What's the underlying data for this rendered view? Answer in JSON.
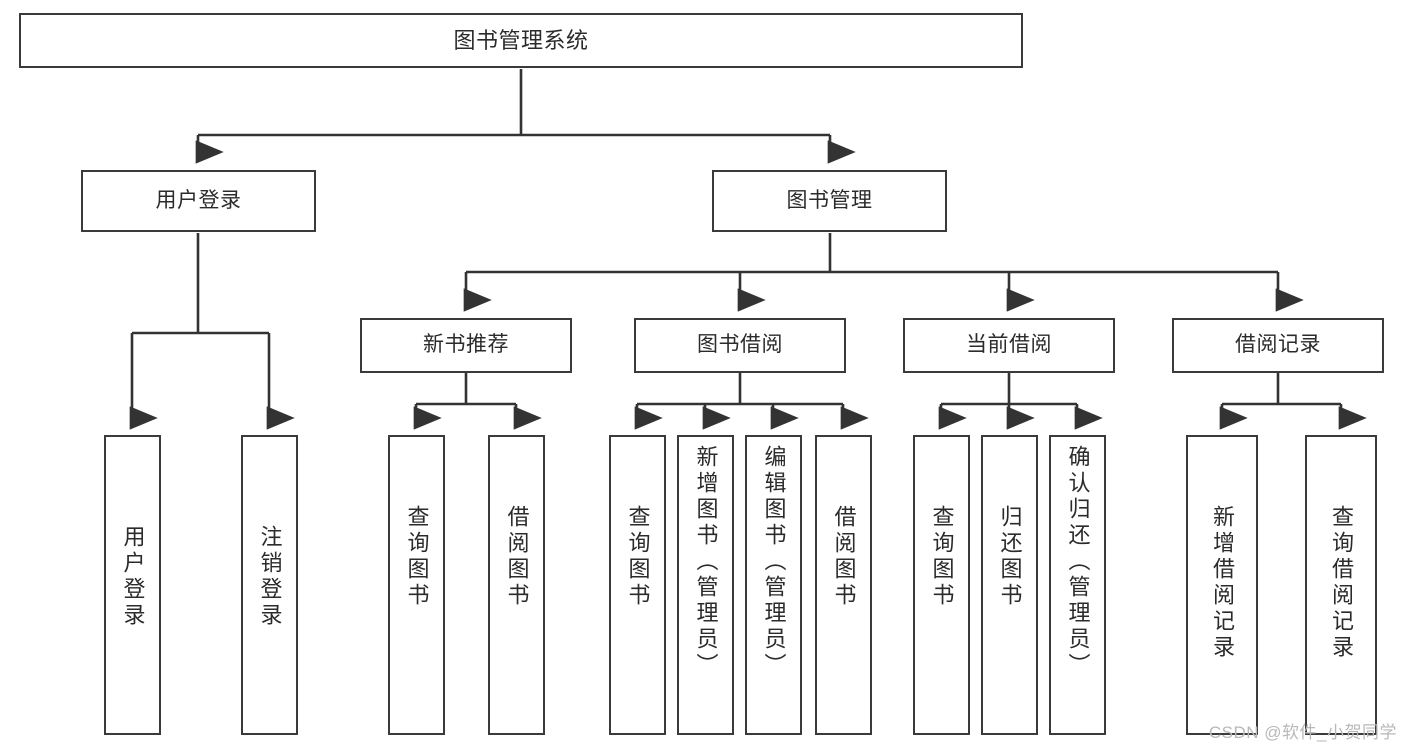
{
  "diagram": {
    "type": "tree-hierarchy",
    "title": "图书管理系统",
    "watermark": "CSDN @软件_小贺同学",
    "colors": {
      "background": "#ffffff",
      "box_border": "#3a3a3a",
      "box_fill": "#ffffff",
      "text": "#2b2b2b",
      "connector": "#333333",
      "watermark": "#b8b8b8"
    },
    "levels": [
      {
        "level": 1,
        "nodes": [
          {
            "id": "root",
            "label": "图书管理系统",
            "orientation": "horizontal"
          }
        ]
      },
      {
        "level": 2,
        "nodes": [
          {
            "id": "user-login",
            "label": "用户登录",
            "orientation": "horizontal",
            "parent": "root"
          },
          {
            "id": "book-manage",
            "label": "图书管理",
            "orientation": "horizontal",
            "parent": "root"
          }
        ]
      },
      {
        "level": 3,
        "nodes": [
          {
            "id": "new-book-rec",
            "label": "新书推荐",
            "orientation": "horizontal",
            "parent": "book-manage"
          },
          {
            "id": "book-borrow",
            "label": "图书借阅",
            "orientation": "horizontal",
            "parent": "book-manage"
          },
          {
            "id": "current-borrow",
            "label": "当前借阅",
            "orientation": "horizontal",
            "parent": "book-manage"
          },
          {
            "id": "borrow-record",
            "label": "借阅记录",
            "orientation": "horizontal",
            "parent": "book-manage"
          }
        ]
      },
      {
        "level": 4,
        "nodes": [
          {
            "id": "leaf-user-login",
            "label": "用户登录",
            "orientation": "vertical",
            "parent": "user-login"
          },
          {
            "id": "leaf-logout",
            "label": "注销登录",
            "orientation": "vertical",
            "parent": "user-login"
          },
          {
            "id": "leaf-query-book-1",
            "label": "查询图书",
            "orientation": "vertical",
            "parent": "new-book-rec"
          },
          {
            "id": "leaf-borrow-book-1",
            "label": "借阅图书",
            "orientation": "vertical",
            "parent": "new-book-rec"
          },
          {
            "id": "leaf-query-book-2",
            "label": "查询图书",
            "orientation": "vertical",
            "parent": "book-borrow"
          },
          {
            "id": "leaf-add-book",
            "label": "新增图书（管理员）",
            "orientation": "vertical",
            "parent": "book-borrow"
          },
          {
            "id": "leaf-edit-book",
            "label": "编辑图书（管理员）",
            "orientation": "vertical",
            "parent": "book-borrow"
          },
          {
            "id": "leaf-borrow-book-2",
            "label": "借阅图书",
            "orientation": "vertical",
            "parent": "book-borrow"
          },
          {
            "id": "leaf-query-book-3",
            "label": "查询图书",
            "orientation": "vertical",
            "parent": "current-borrow"
          },
          {
            "id": "leaf-return-book",
            "label": "归还图书",
            "orientation": "vertical",
            "parent": "current-borrow"
          },
          {
            "id": "leaf-confirm-return",
            "label": "确认归还（管理员）",
            "orientation": "vertical",
            "parent": "current-borrow"
          },
          {
            "id": "leaf-add-record",
            "label": "新增借阅记录",
            "orientation": "vertical",
            "parent": "borrow-record"
          },
          {
            "id": "leaf-query-record",
            "label": "查询借阅记录",
            "orientation": "vertical",
            "parent": "borrow-record"
          }
        ]
      }
    ]
  }
}
